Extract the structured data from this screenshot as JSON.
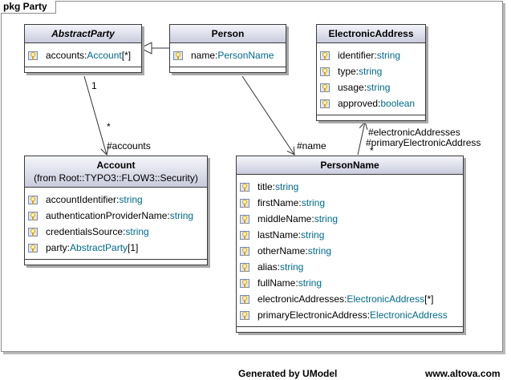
{
  "package": {
    "label": "pkg Party"
  },
  "classes": {
    "abstract_party": {
      "name": "AbstractParty",
      "attributes": [
        {
          "name": "accounts:",
          "type": "Account",
          "mult": "[*]"
        }
      ]
    },
    "person": {
      "name": "Person",
      "attributes": [
        {
          "name": "name:",
          "type": "PersonName",
          "mult": ""
        }
      ]
    },
    "electronic_address": {
      "name": "ElectronicAddress",
      "attributes": [
        {
          "name": "identifier:",
          "type": "string",
          "mult": ""
        },
        {
          "name": "type:",
          "type": "string",
          "mult": ""
        },
        {
          "name": "usage:",
          "type": "string",
          "mult": ""
        },
        {
          "name": "approved:",
          "type": "boolean",
          "mult": ""
        }
      ]
    },
    "account": {
      "name": "Account",
      "from": "(from Root::TYPO3::FLOW3::Security)",
      "attributes": [
        {
          "name": "accountIdentifier:",
          "type": "string",
          "mult": ""
        },
        {
          "name": "authenticationProviderName:",
          "type": "string",
          "mult": ""
        },
        {
          "name": "credentialsSource:",
          "type": "string",
          "mult": ""
        },
        {
          "name": "party:",
          "type": "AbstractParty",
          "mult": "[1]"
        }
      ]
    },
    "person_name": {
      "name": "PersonName",
      "attributes": [
        {
          "name": "title:",
          "type": "string",
          "mult": ""
        },
        {
          "name": "firstName:",
          "type": "string",
          "mult": ""
        },
        {
          "name": "middleName:",
          "type": "string",
          "mult": ""
        },
        {
          "name": "lastName:",
          "type": "string",
          "mult": ""
        },
        {
          "name": "otherName:",
          "type": "string",
          "mult": ""
        },
        {
          "name": "alias:",
          "type": "string",
          "mult": ""
        },
        {
          "name": "fullName:",
          "type": "string",
          "mult": ""
        },
        {
          "name": "electronicAddresses:",
          "type": "ElectronicAddress",
          "mult": "[*]"
        },
        {
          "name": "primaryElectronicAddress:",
          "type": "ElectronicAddress",
          "mult": ""
        }
      ]
    }
  },
  "labels": {
    "mult_one": "1",
    "mult_star": "*",
    "role_accounts": "#accounts",
    "role_name": "#name",
    "role_electronic_addresses": "#electronicAddresses",
    "role_primary_electronic_address": "#primaryElectronicAddress",
    "mult_star_2": "*"
  },
  "footer": {
    "generated": "Generated by UModel",
    "site": "www.altova.com"
  },
  "colors": {
    "type_text": "#006a8a",
    "header_top": "#f4f5fa",
    "header_bottom": "#c9cbdd"
  }
}
